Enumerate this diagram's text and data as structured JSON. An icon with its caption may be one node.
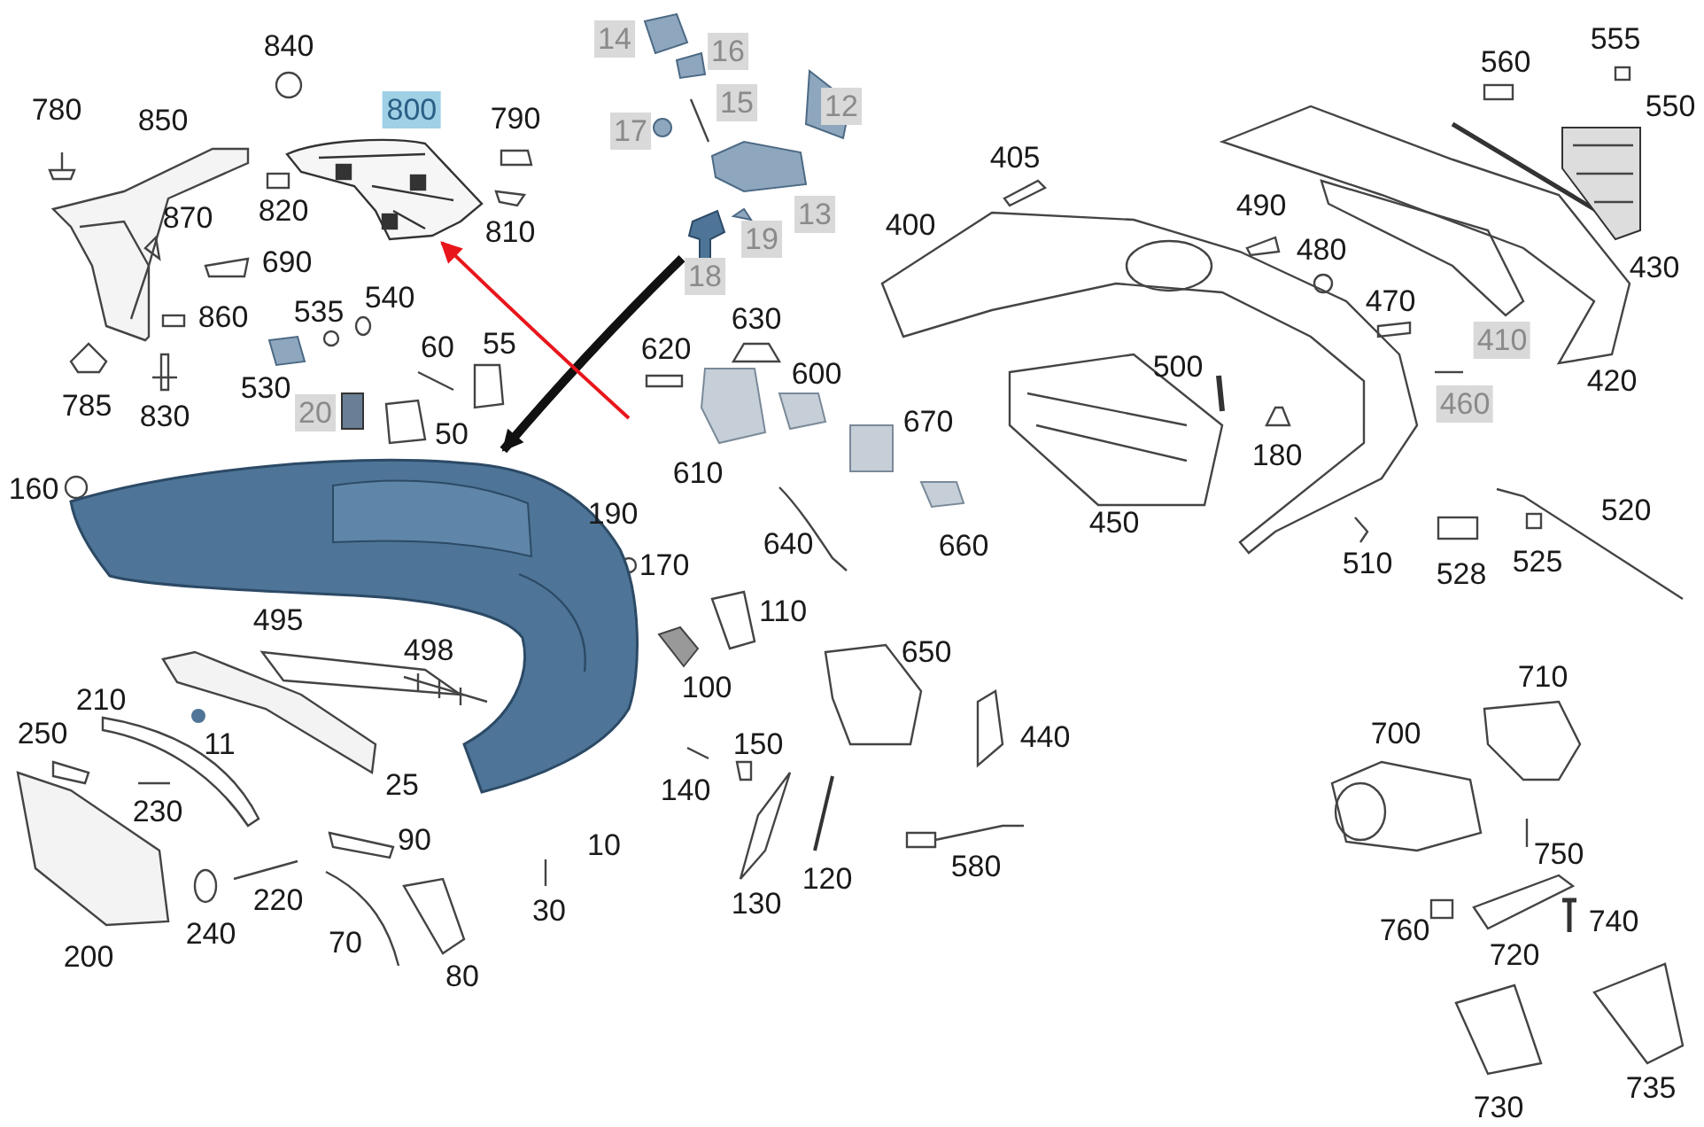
{
  "diagram": {
    "nodes": [
      {
        "text": [],
        "shape": "picture"
      },
      {
        "text": [],
        "shape": "picture"
      },
      {
        "text": [],
        "shape": "picture",
        "beside": [
          "800"
        ]
      }
    ],
    "edges": [
      {
        "from": 1,
        "to": 0,
        "arrow": "to",
        "style": "thick"
      },
      {
        "from": null,
        "to": 2,
        "arrow": "to",
        "color": "#e8161b"
      }
    ],
    "labels": [
      "840",
      "780",
      "850",
      "790",
      "820",
      "870",
      "810",
      "690",
      "540",
      "535",
      "860",
      "60",
      "55",
      "530",
      "20",
      "50",
      "785",
      "830",
      "160",
      "14",
      "16",
      "15",
      "17",
      "12",
      "13",
      "19",
      "18",
      "630",
      "620",
      "600",
      "610",
      "670",
      "640",
      "660",
      "555",
      "560",
      "550",
      "405",
      "400",
      "490",
      "480",
      "430",
      "470",
      "410",
      "460",
      "500",
      "420",
      "180",
      "450",
      "510",
      "528",
      "525",
      "520",
      "190",
      "170",
      "110",
      "100",
      "650",
      "440",
      "150",
      "140",
      "130",
      "120",
      "580",
      "495",
      "498",
      "210",
      "250",
      "11",
      "25",
      "230",
      "90",
      "10",
      "220",
      "240",
      "70",
      "80",
      "30",
      "200",
      "710",
      "700",
      "750",
      "760",
      "740",
      "720",
      "730",
      "735"
    ]
  }
}
